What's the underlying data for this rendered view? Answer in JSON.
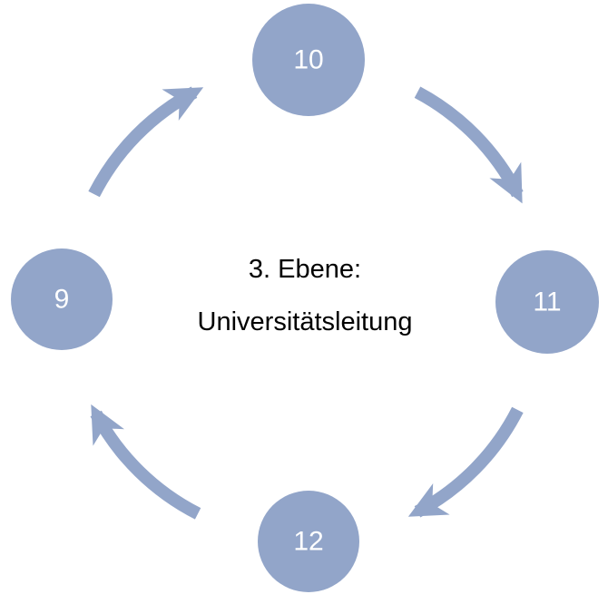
{
  "diagram": {
    "type": "cycle",
    "center_text": {
      "line1": "3. Ebene:",
      "line2": "Universitätsleitung"
    },
    "nodes": [
      {
        "id": "top",
        "label": "10"
      },
      {
        "id": "right",
        "label": "11"
      },
      {
        "id": "bottom",
        "label": "12"
      },
      {
        "id": "left",
        "label": "9"
      }
    ],
    "arrows": [
      {
        "from": "10",
        "to": "11"
      },
      {
        "from": "11",
        "to": "12"
      },
      {
        "from": "12",
        "to": "9"
      },
      {
        "from": "9",
        "to": "10"
      }
    ],
    "colors": {
      "node_fill": "#92a5c9",
      "arrow": "#92a5c9",
      "node_label_text": "#ffffff",
      "center_text": "#000000"
    }
  }
}
